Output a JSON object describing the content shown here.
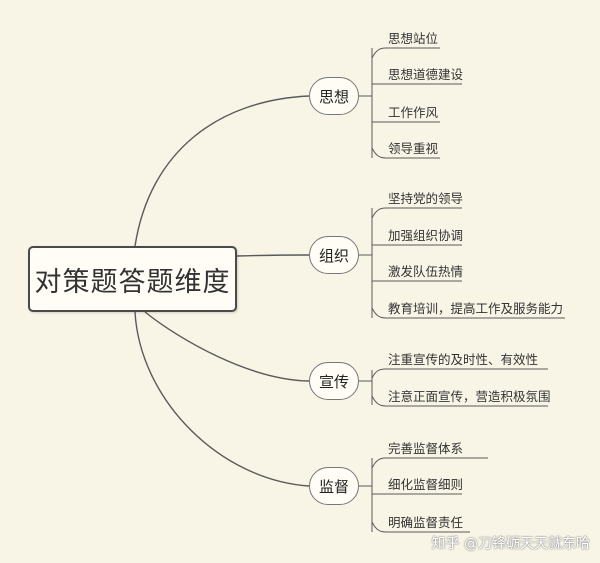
{
  "central_topic": "对策题答题维度",
  "branches": [
    {
      "label": "思想",
      "items": [
        "思想站位",
        "思想道德建设",
        "工作作风",
        "领导重视"
      ]
    },
    {
      "label": "组织",
      "items": [
        "坚持党的领导",
        "加强组织协调",
        "激发队伍热情",
        "教育培训，提高工作及服务能力"
      ]
    },
    {
      "label": "宣传",
      "items": [
        "注重宣传的及时性、有效性",
        "注意正面宣传，营造积极氛围"
      ]
    },
    {
      "label": "监督",
      "items": [
        "完善监督体系",
        "细化监督细则",
        "明确监督责任"
      ]
    }
  ],
  "watermark": "知乎 @刀锋砺天天就东哈",
  "colors": {
    "background": "#f8f4e6",
    "line": "#5a5a5a",
    "node_fill": "#fffdf6"
  }
}
